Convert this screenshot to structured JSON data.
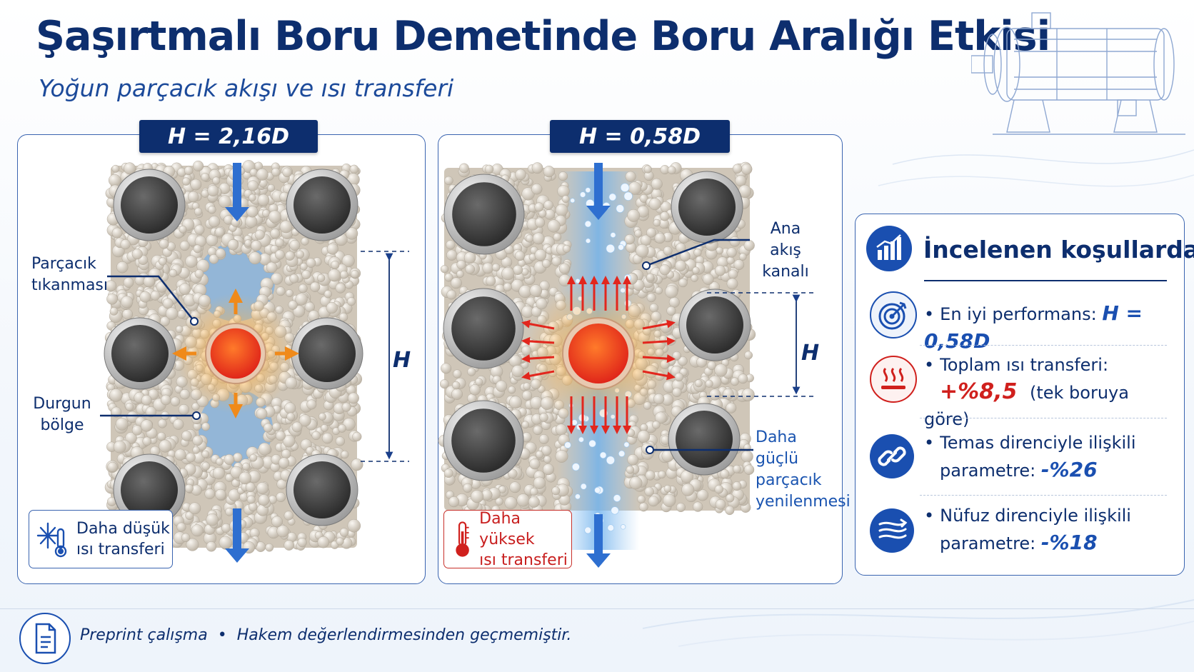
{
  "header": {
    "title": "Şaşırtmalı Boru Demetinde Boru Aralığı Etkisi",
    "subtitle": "Yoğun parçacık akışı ve ısı transferi"
  },
  "panel_left": {
    "label": "H = 2,16D",
    "annotations": {
      "clog": "Parçacık\ntıkanması",
      "stagnant": "Durgun\nbölge",
      "dimension": "H"
    },
    "badge": "Daha düşük\nısı transferi"
  },
  "panel_mid": {
    "label": "H = 0,58D",
    "annotations": {
      "channel": "Ana akış\nkanalı",
      "dimension": "H",
      "renewal": "Daha güçlü\nparçacık\nyenilenmesi"
    },
    "badge": "Daha yüksek\nısı transferi"
  },
  "summary": {
    "heading": "İncelenen koşullarda:",
    "items": [
      {
        "icon": "target-icon",
        "text": "En iyi performans:",
        "value": "H = 0,58D"
      },
      {
        "icon": "heat-icon",
        "text": "Toplam ısı transferi:",
        "value": "+%8,5",
        "note": "(tek boruya göre)"
      },
      {
        "icon": "link-icon",
        "text": "Temas direnciyle ilişkili",
        "text2": "parametre:",
        "value": "-%26"
      },
      {
        "icon": "flow-icon",
        "text": "Nüfuz direnciyle ilişkili",
        "text2": "parametre:",
        "value": "-%18"
      }
    ]
  },
  "footer": {
    "left": "Preprint çalışma",
    "separator": "•",
    "right": "Hakem  değerlendirmesinden geçmemiştir."
  },
  "colors": {
    "navy": "#0d2e6e",
    "blue": "#1a4fb0",
    "red": "#d0201d",
    "particle": "#e3ddd3",
    "tube": "#4a4a4a"
  }
}
